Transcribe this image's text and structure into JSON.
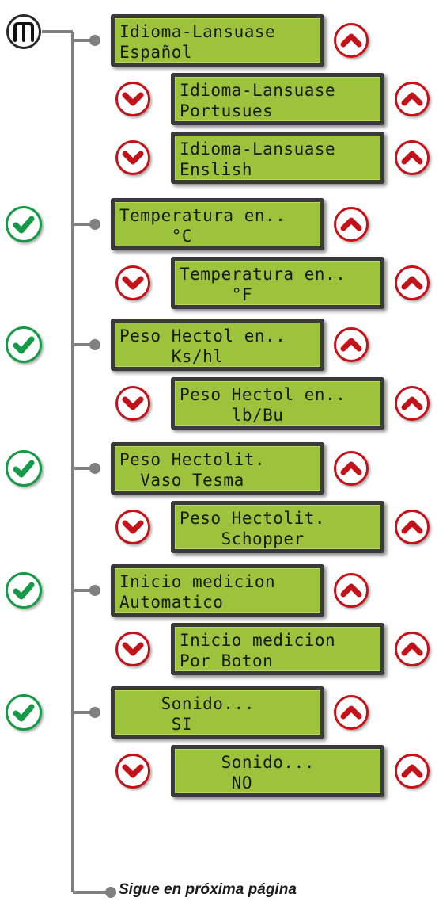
{
  "menu_button": {
    "icon": "menu-m-icon",
    "glyph": "m"
  },
  "colors": {
    "lcd": "#9dc23c",
    "up": "#c4121a",
    "down": "#c4121a",
    "check": "#159a47",
    "line": "#808080"
  },
  "settings": [
    {
      "name": "language",
      "confirmed": false,
      "options": [
        {
          "line1": "Idioma-Lansuase",
          "line2": "Español"
        },
        {
          "line1": "Idioma-Lansuase",
          "line2": "Portusues"
        },
        {
          "line1": "Idioma-Lansuase",
          "line2": "Enslish"
        }
      ]
    },
    {
      "name": "temperature",
      "confirmed": true,
      "options": [
        {
          "line1": "Temperatura en..",
          "line2": "     °C"
        },
        {
          "line1": "Temperatura en..",
          "line2": "     °F"
        }
      ]
    },
    {
      "name": "hectol-unit",
      "confirmed": true,
      "options": [
        {
          "line1": "Peso Hectol en..",
          "line2": "     Ks/hl"
        },
        {
          "line1": "Peso Hectol en..",
          "line2": "     lb/Bu"
        }
      ]
    },
    {
      "name": "hectolit-vessel",
      "confirmed": true,
      "options": [
        {
          "line1": "Peso Hectolit.",
          "line2": "  Vaso Tesma"
        },
        {
          "line1": "Peso Hectolit.",
          "line2": "    Schopper"
        }
      ]
    },
    {
      "name": "measure-start",
      "confirmed": true,
      "options": [
        {
          "line1": "Inicio medicion",
          "line2": "Automatico"
        },
        {
          "line1": "Inicio medicion",
          "line2": "Por Boton"
        }
      ]
    },
    {
      "name": "sound",
      "confirmed": true,
      "options": [
        {
          "line1": "    Sonido...",
          "line2": "     SI"
        },
        {
          "line1": "    Sonido...",
          "line2": "     NO"
        }
      ]
    }
  ],
  "footer": {
    "text": "Sigue en próxima página"
  }
}
